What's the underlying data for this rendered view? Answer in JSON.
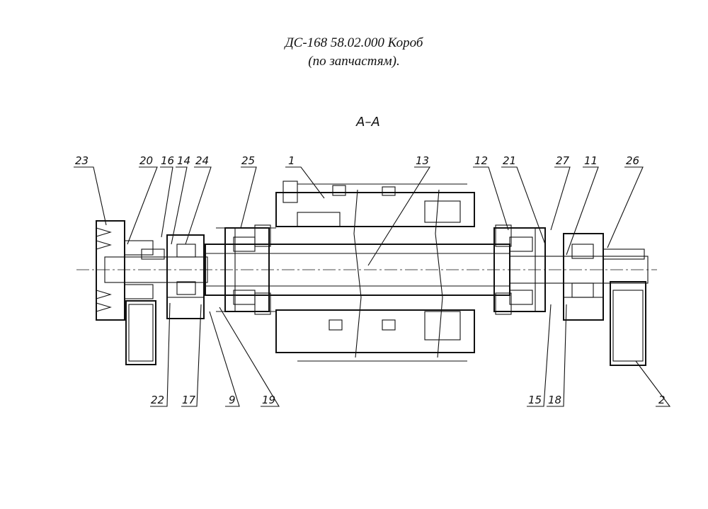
{
  "title": {
    "line1": "ДС-168 58.02.000 Короб",
    "line2": "(по запчастям)."
  },
  "section_label": "А–А",
  "callouts_top": [
    "23",
    "20",
    "16",
    "14",
    "24",
    "25",
    "1",
    "13",
    "12",
    "21",
    "27",
    "11",
    "26"
  ],
  "callouts_bottom": [
    "22",
    "17",
    "9",
    "19",
    "15",
    "18",
    "2"
  ]
}
